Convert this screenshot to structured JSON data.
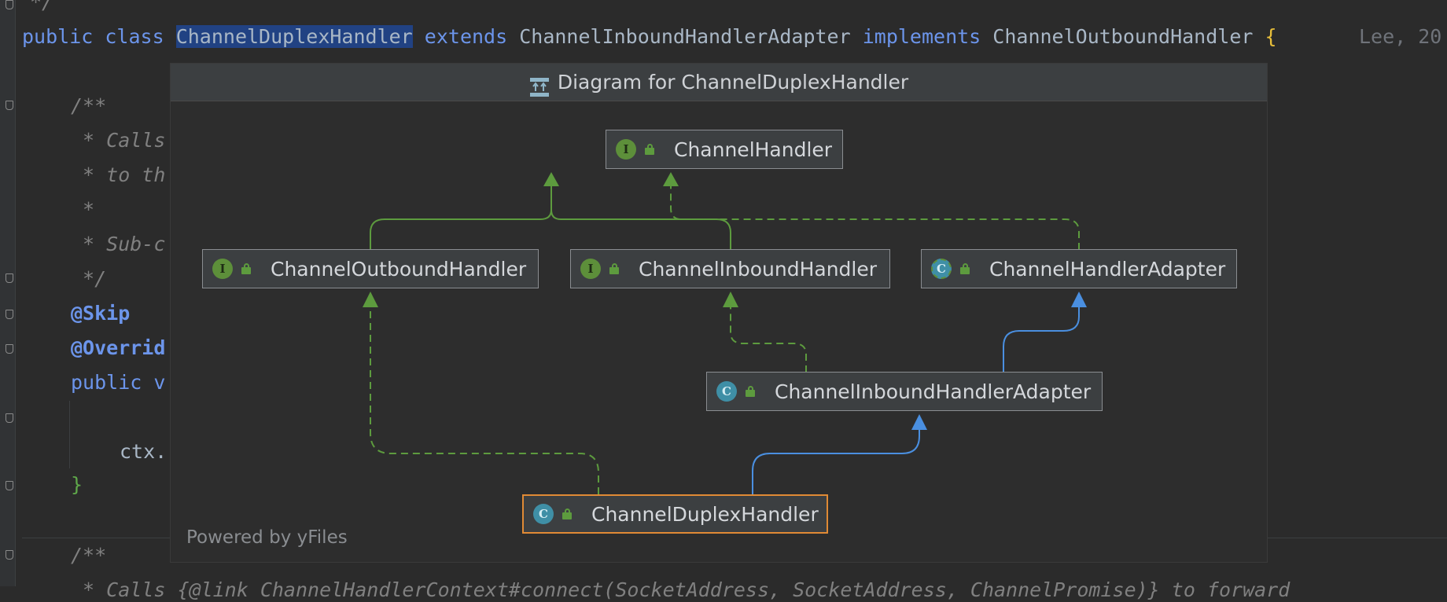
{
  "editor": {
    "line_top_comment": "*/",
    "decl_public": "public",
    "decl_class": "class",
    "decl_name": "ChannelDuplexHandler",
    "decl_extends": "extends",
    "decl_super": "ChannelInboundHandlerAdapter",
    "decl_implements": "implements",
    "decl_iface": "ChannelOutboundHandler",
    "decl_brace": "{",
    "author_hint": "Lee, 20",
    "doc_open": "/**",
    "doc_line1": " * Calls",
    "doc_line2": " * to th",
    "doc_line3": " *",
    "doc_line4": " * Sub-c",
    "doc_close": " */",
    "annotation_skip": "@Skip",
    "annotation_override": "@Overrid",
    "method_decl": "public v",
    "method_body": "ctx.",
    "close_brace": "}",
    "doc2_open": "/**",
    "doc2_line1": " * Calls {@link ChannelHandlerContext#connect(SocketAddress, SocketAddress, ChannelPromise)} to forward"
  },
  "popup": {
    "title": "Diagram for ChannelDuplexHandler",
    "footer": "Powered by yFiles"
  },
  "diagram": {
    "nodes": [
      {
        "id": "channel-handler",
        "label": "ChannelHandler",
        "kind": "interface",
        "kind_glyph": "I"
      },
      {
        "id": "channel-outbound-handler",
        "label": "ChannelOutboundHandler",
        "kind": "interface",
        "kind_glyph": "I"
      },
      {
        "id": "channel-inbound-handler",
        "label": "ChannelInboundHandler",
        "kind": "interface",
        "kind_glyph": "I"
      },
      {
        "id": "channel-handler-adapter",
        "label": "ChannelHandlerAdapter",
        "kind": "abstract-class",
        "kind_glyph": "C"
      },
      {
        "id": "channel-inbound-handler-adapter",
        "label": "ChannelInboundHandlerAdapter",
        "kind": "class",
        "kind_glyph": "C"
      },
      {
        "id": "channel-duplex-handler",
        "label": "ChannelDuplexHandler",
        "kind": "class",
        "kind_glyph": "C",
        "selected": true
      }
    ],
    "edges": [
      {
        "from": "channel-outbound-handler",
        "to": "channel-handler",
        "type": "extends-interface"
      },
      {
        "from": "channel-inbound-handler",
        "to": "channel-handler",
        "type": "extends-interface"
      },
      {
        "from": "channel-handler-adapter",
        "to": "channel-handler",
        "type": "implements"
      },
      {
        "from": "channel-inbound-handler-adapter",
        "to": "channel-inbound-handler",
        "type": "implements"
      },
      {
        "from": "channel-inbound-handler-adapter",
        "to": "channel-handler-adapter",
        "type": "extends"
      },
      {
        "from": "channel-duplex-handler",
        "to": "channel-outbound-handler",
        "type": "implements"
      },
      {
        "from": "channel-duplex-handler",
        "to": "channel-inbound-handler-adapter",
        "type": "extends"
      }
    ],
    "colors": {
      "interface_edge": "#5d9b3e",
      "extends_edge": "#4a8fe0",
      "selected_border": "#e08a35"
    }
  }
}
